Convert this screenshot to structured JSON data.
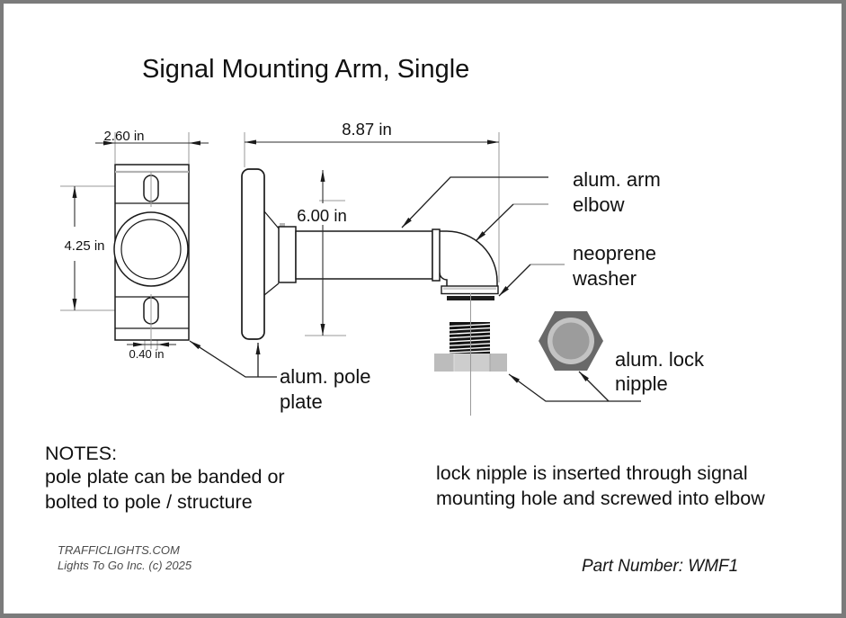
{
  "title": "Signal Mounting Arm, Single",
  "dims": {
    "arm_length": "8.87 in",
    "plate_height": "6.00 in",
    "plate_width": "2.60 in",
    "hole_spacing": "4.25 in",
    "slot_width": "0.40 in"
  },
  "callouts": {
    "arm": "alum. arm",
    "elbow": "elbow",
    "washer_line1": "neoprene",
    "washer_line2": "washer",
    "nipple_line1": "alum. lock",
    "nipple_line2": "nipple",
    "plate_line1": "alum. pole",
    "plate_line2": "plate"
  },
  "notes": {
    "heading": "NOTES:",
    "line1": "pole plate can be banded or",
    "line2": "bolted to pole / structure"
  },
  "assembly_note": {
    "line1": "lock nipple is inserted through signal",
    "line2": "mounting hole and screwed into elbow"
  },
  "footer": {
    "site": "TRAFFICLIGHTS.COM",
    "copyright": "Lights To Go Inc. (c) 2025",
    "part_number": "Part Number: WMF1"
  },
  "colors": {
    "border": "#7b7b7b",
    "line": "#1a1a1a",
    "extension_line": "#9a9a9a",
    "washer_dark": "#1c1c1c",
    "nipple_base_gray": "#bcbcbc",
    "hex_body": "#696969",
    "hex_ring": "#c3c3c3",
    "hex_center": "#9c9c9c",
    "footer_text": "#4c4c4c"
  }
}
